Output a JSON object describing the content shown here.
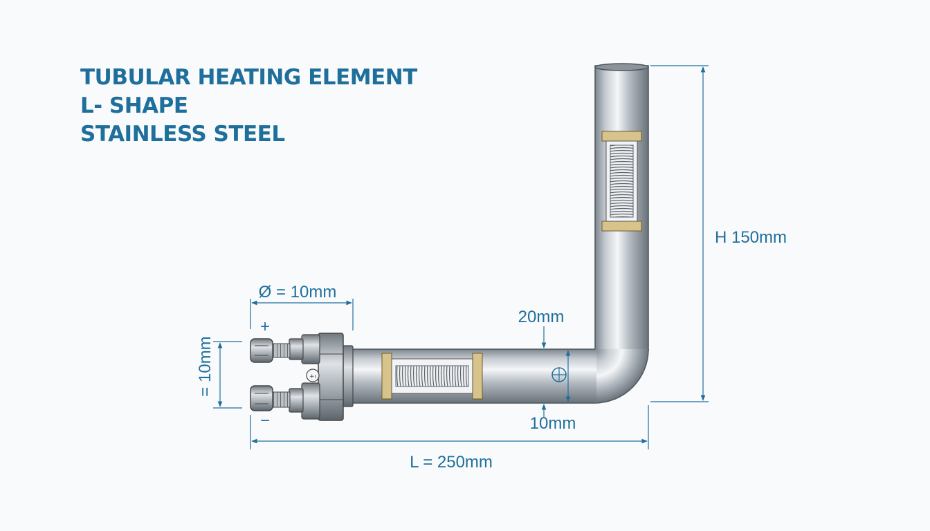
{
  "title": {
    "line1": "TUBULAR HEATING ELEMENT",
    "line2": "L- SHAPE",
    "line3": "STAINLESS STEEL"
  },
  "dimensions": {
    "diameter": "Ø = 10mm",
    "terminal_spacing": "= 10mm",
    "wall_top": "20mm",
    "wall_bottom": "10mm",
    "height": "H 150mm",
    "length": "L = 250mm"
  },
  "polarity": {
    "positive": "+",
    "negative": "−"
  },
  "colors": {
    "accent": "#1f6f9c",
    "steel": "#a9b0b7",
    "insulator": "#d8c48a"
  }
}
